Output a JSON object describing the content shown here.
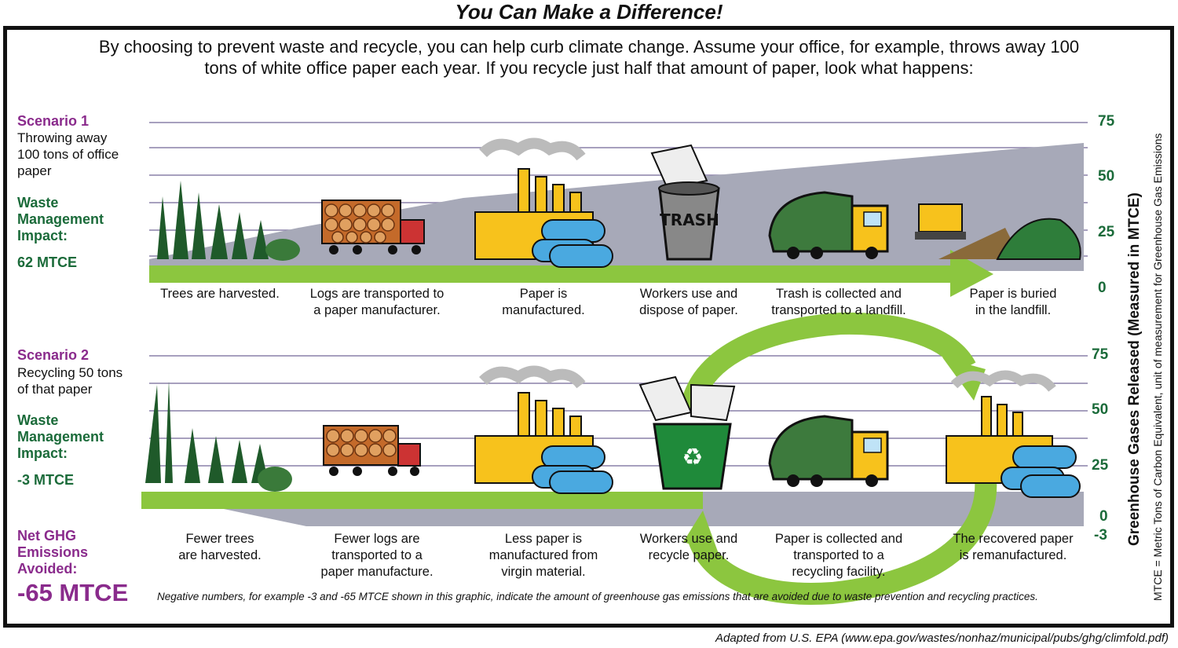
{
  "title": "You Can Make a Difference!",
  "intro": "By choosing to prevent waste and recycle, you can help curb climate change. Assume your office, for example, throws away 100 tons of white office paper each year. If you recycle just half that amount of paper, look what happens:",
  "scenario1": {
    "heading": "Scenario 1",
    "desc": [
      "Throwing away",
      "100 tons of office",
      "paper"
    ],
    "impact_label": [
      "Waste",
      "Management",
      "Impact:"
    ],
    "impact_value": "62 MTCE",
    "steps": [
      [
        "Trees are harvested."
      ],
      [
        "Logs are transported to",
        "a paper manufacturer."
      ],
      [
        "Paper is",
        "manufactured."
      ],
      [
        "Workers use and",
        "dispose of paper."
      ],
      [
        "Trash is collected and",
        "transported to a landfill."
      ],
      [
        "Paper is buried",
        "in the landfill."
      ]
    ],
    "axis": [
      "75",
      "50",
      "25",
      "0"
    ],
    "trash_label": "TRASH"
  },
  "scenario2": {
    "heading": "Scenario 2",
    "desc": [
      "Recycling 50 tons",
      "of that paper"
    ],
    "impact_label": [
      "Waste",
      "Management",
      "Impact:"
    ],
    "impact_value": "-3 MTCE",
    "steps": [
      [
        "Fewer trees",
        "are harvested."
      ],
      [
        "Fewer logs are",
        "transported to a",
        "paper manufacture."
      ],
      [
        "Less paper is",
        "manufactured from",
        "virgin material."
      ],
      [
        "Workers use and",
        "recycle paper."
      ],
      [
        "Paper is collected and",
        "transported to a",
        "recycling facility."
      ],
      [
        "The recovered paper",
        "is remanufactured."
      ]
    ],
    "axis": [
      "75",
      "50",
      "25",
      "0",
      "-3"
    ]
  },
  "net": {
    "label": [
      "Net GHG",
      "Emissions",
      "Avoided:"
    ],
    "value": "-65 MTCE"
  },
  "axis_title": "Greenhouse Gases Released (Measured in MTCE)",
  "axis_subtitle": "MTCE = Metric Tons of Carbon Equivalent, unit of measurement for Greenhouse Gas Emissions",
  "note": "Negative numbers, for example -3 and -65 MTCE shown in this graphic, indicate the amount of greenhouse gas emissions that are avoided due to waste prevention and recycling practices.",
  "credit": "Adapted from U.S. EPA (www.epa.gov/wastes/nonhaz/municipal/pubs/ghg/climfold.pdf)",
  "colors": {
    "purple": "#8a2b8c",
    "green": "#1b6b3a",
    "bar_green": "#8cc63f",
    "gray": "#a7a9b8"
  }
}
